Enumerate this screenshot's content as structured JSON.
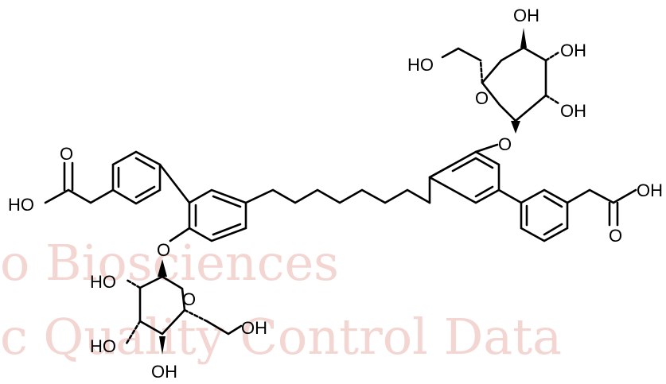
{
  "watermark": {
    "lines": [
      "o Biosciences",
      "c Quality Control Data"
    ]
  },
  "labels": {
    "oh_top_1": "OH",
    "oh_top_2": "OH",
    "ho_top": "HO",
    "oh_top_3": "OH",
    "o_ring_top": "O",
    "o_link_top": "O",
    "carbonyl_o_left": "O",
    "ho_acid_left": "HO",
    "oh_acid_right": "OH",
    "carbonyl_o_right": "O",
    "o_link_bottom": "O",
    "ho_bot_1": "HO",
    "o_ring_bottom": "O",
    "ho_bot_2": "HO",
    "oh_bot_1": "OH",
    "oh_bot_2": "OH"
  }
}
